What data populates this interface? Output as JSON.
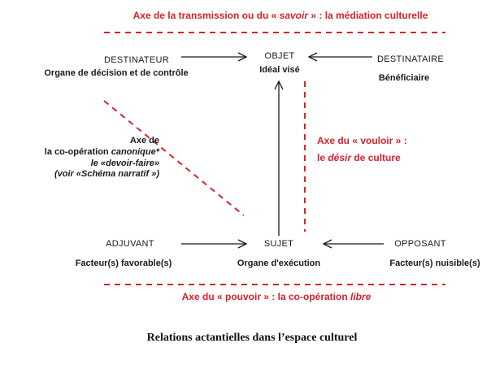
{
  "top_axis": {
    "part1": "Axe de la transmission ou du « ",
    "part2": "savoir",
    "part3": " » : la médiation culturelle"
  },
  "bottom_axis": {
    "part1": "Axe du « pouvoir » : la co-opération ",
    "part2": "libre"
  },
  "right_axis": {
    "line1": "Axe du « vouloir » :",
    "line2_part1": "le ",
    "line2_part2": "désir",
    "line2_part3": " de culture"
  },
  "left_axis": {
    "line1": "Axe de",
    "line2_part1": "la co-opération ",
    "line2_part2": "canonique*",
    "line3": "le «devoir-faire»",
    "line4": "(voir «Schéma narratif »)"
  },
  "nodes": {
    "destinateur": {
      "role": "DESTINATEUR",
      "desc": "Organe de décision et de contrôle"
    },
    "objet": {
      "role": "OBJET",
      "desc": "Idéal visé"
    },
    "destinataire": {
      "role": "DESTINATAIRE",
      "desc": "Bénéficiaire"
    },
    "adjuvant": {
      "role": "ADJUVANT",
      "desc": "Facteur(s) favorable(s)"
    },
    "sujet": {
      "role": "SUJET",
      "desc": "Organe d'exécution"
    },
    "opposant": {
      "role": "OPPOSANT",
      "desc": "Facteur(s) nuisible(s)"
    }
  },
  "caption": "Relations actantielles dans l’espace culturel",
  "colors": {
    "accent": "#d9212b",
    "ink": "#1a1a1a"
  }
}
